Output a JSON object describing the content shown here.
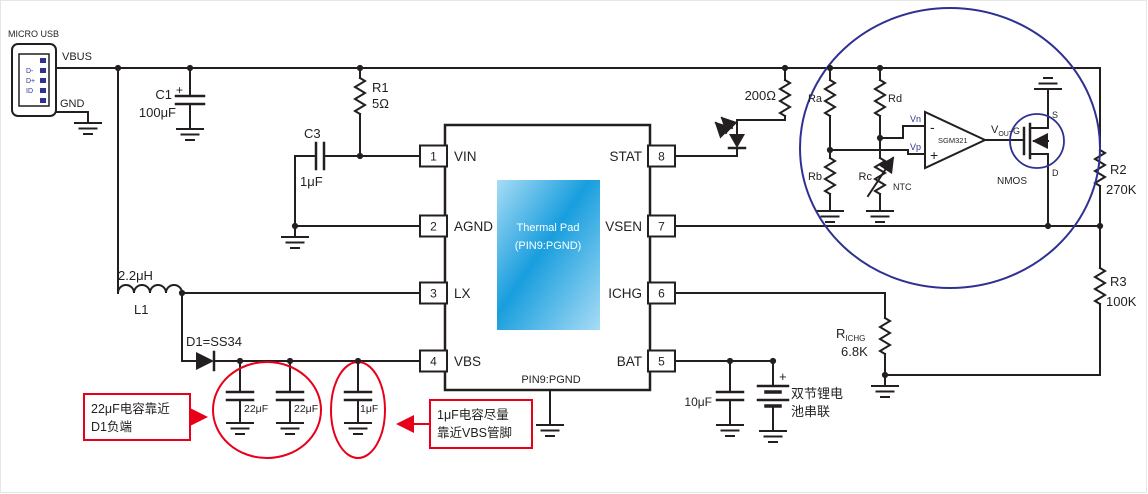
{
  "usb": {
    "title": "MICRO USB",
    "vbus": "VBUS",
    "gnd": "GND",
    "pins": [
      "D-",
      "D+",
      "ID"
    ]
  },
  "input_stage": {
    "c1": "C1",
    "c1_value": "100μF",
    "c1_polarity": "+",
    "r1": "R1",
    "r1_value": "5Ω",
    "c3": "C3",
    "c3_value": "1μF",
    "l1": "L1",
    "l1_value": "2.2μH",
    "d1": "D1=SS34",
    "cout1": "22μF",
    "cout2": "22μF",
    "cout3": "1μF"
  },
  "ic": {
    "pins_left": [
      {
        "num": "1",
        "name": "VIN"
      },
      {
        "num": "2",
        "name": "AGND"
      },
      {
        "num": "3",
        "name": "LX"
      },
      {
        "num": "4",
        "name": "VBS"
      }
    ],
    "pins_right": [
      {
        "num": "8",
        "name": "STAT"
      },
      {
        "num": "7",
        "name": "VSEN"
      },
      {
        "num": "6",
        "name": "ICHG"
      },
      {
        "num": "5",
        "name": "BAT"
      }
    ],
    "pad_line1": "Thermal Pad",
    "pad_line2": "(PIN9:PGND)",
    "bottom_label": "PIN9:PGND"
  },
  "led_branch": {
    "resistor": "200Ω"
  },
  "ntc_circuit": {
    "ra": "Ra",
    "rb": "Rb",
    "rc": "Rc",
    "rd": "Rd",
    "ntc": "NTC",
    "vn": "Vn",
    "vp": "Vp",
    "opamp": "SGM321",
    "minus": "-",
    "plus": "+",
    "vout": "V",
    "vout_sub": "OUT",
    "g": "G",
    "s": "S",
    "d": "D",
    "nmos": "NMOS"
  },
  "feedback": {
    "r2": "R2",
    "r2_value": "270K",
    "r3": "R3",
    "r3_value": "100K",
    "richg": "R",
    "richg_sub": "ICHG",
    "richg_value": "6.8K"
  },
  "output": {
    "cbat": "10μF",
    "bat_plus": "+",
    "bat_label1": "双节锂电",
    "bat_label2": "池串联"
  },
  "notes": {
    "note1_line1": "22μF电容靠近",
    "note1_line2": "D1负端",
    "note2_line1": "1μF电容尽量",
    "note2_line2": "靠近VBS管脚"
  },
  "colors": {
    "wire": "#231f20",
    "red": "#e8001b",
    "navy": "#2e3192",
    "pad_blue": "#29abe2"
  }
}
